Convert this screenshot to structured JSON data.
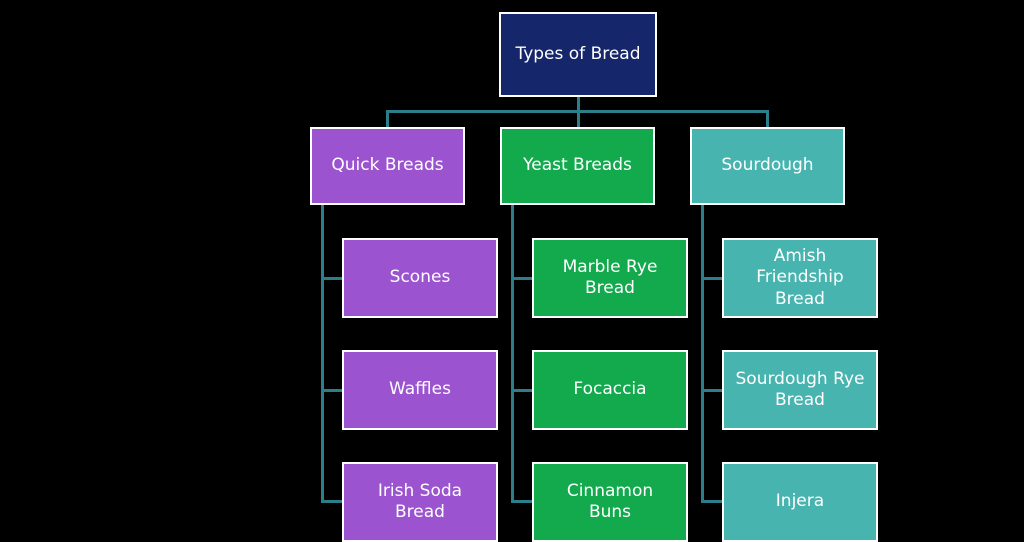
{
  "title": "Types of Bread",
  "colors": {
    "background": "#000000",
    "border": "#ffffff",
    "text": "#ffffff",
    "line": "#2b7f8a",
    "root": "#15266b"
  },
  "root": {
    "label": "Types of Bread"
  },
  "branches": [
    {
      "label": "Quick Breads",
      "color": "#9b53d0",
      "children": [
        "Scones",
        "Waffles",
        "Irish Soda Bread"
      ]
    },
    {
      "label": "Yeast Breads",
      "color": "#12aa4d",
      "children": [
        "Marble Rye Bread",
        "Focaccia",
        "Cinnamon Buns"
      ]
    },
    {
      "label": "Sourdough",
      "color": "#47b4b0",
      "children": [
        "Amish Friendship Bread",
        "Sourdough Rye Bread",
        "Injera"
      ]
    }
  ]
}
